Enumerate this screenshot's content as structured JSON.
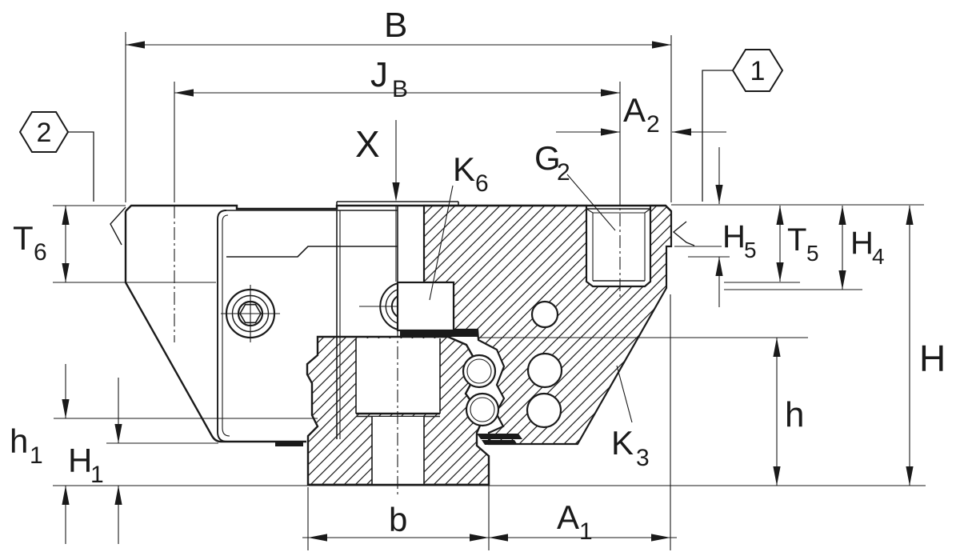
{
  "drawing": {
    "description": "Sectional dimension drawing of a linear recirculating ball bearing carriage (runner block) mounted on a guideway rail",
    "background": "#ffffff",
    "line_color": "#1a1a1a",
    "balloons": {
      "b1": "1",
      "b2": "2"
    },
    "labels": {
      "B": {
        "main": "B",
        "sub": ""
      },
      "JB": {
        "main": "J",
        "sub": "B"
      },
      "A2": {
        "main": "A",
        "sub": "2"
      },
      "X": {
        "main": "X",
        "sub": ""
      },
      "K6": {
        "main": "K",
        "sub": "6"
      },
      "G2": {
        "main": "G",
        "sub": "2"
      },
      "T6": {
        "main": "T",
        "sub": "6"
      },
      "H5": {
        "main": "H",
        "sub": "5"
      },
      "T5": {
        "main": "T",
        "sub": "5"
      },
      "H4": {
        "main": "H",
        "sub": "4"
      },
      "H": {
        "main": "H",
        "sub": ""
      },
      "h": {
        "main": "h",
        "sub": ""
      },
      "K3": {
        "main": "K",
        "sub": "3"
      },
      "h1": {
        "main": "h",
        "sub": "1"
      },
      "H1": {
        "main": "H",
        "sub": "1"
      },
      "b": {
        "main": "b",
        "sub": ""
      },
      "A1": {
        "main": "A",
        "sub": "1"
      }
    }
  }
}
